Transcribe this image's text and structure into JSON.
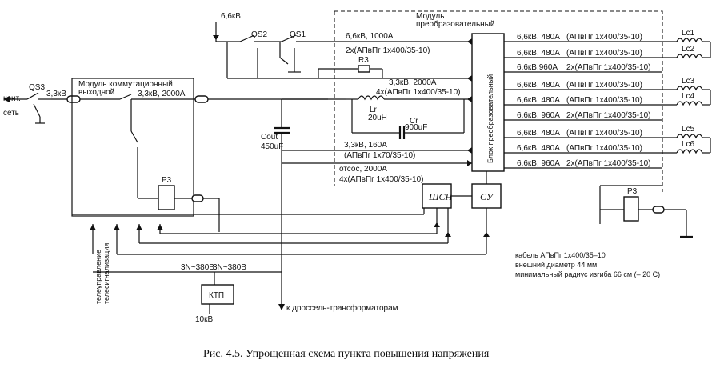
{
  "top": {
    "supply_6kv": "6,6кВ",
    "qs2": "QS2",
    "qs1": "QS1",
    "r3_top": "R3",
    "module_conv_title_1": "Модуль",
    "module_conv_title_2": "преобразовательный",
    "in_6kv_rating": "6,6кВ, 1000А",
    "in_6kv_cable": "2х(АПвПг 1х400/35-10)"
  },
  "left": {
    "qs3": "QS3",
    "qs3_voltage": "3,3кВ",
    "cont_label_1": "конт.",
    "cont_label_2": "сеть",
    "module_switch_title_1": "Модуль коммутационный",
    "module_switch_title_2": "выходной",
    "bus_rating": "3,3кВ, 2000А",
    "p3_left": "Р3",
    "cout_1": "Cout",
    "cout_2": "450uF",
    "telecontrol": "телеуправление",
    "telesignal": "телесигнализация",
    "supply_a": "3N~380В",
    "supply_b": "3N~380В",
    "ktp": "КТП",
    "ktp_voltage": "10кВ",
    "to_chokes": "к дроссель-трансформаторам"
  },
  "middle": {
    "main_rating": "3,3кВ, 2000А",
    "main_cable": "4х(АПвПг 1х400/35-10)",
    "lr_1": "Lr",
    "lr_2": "20uH",
    "cr_1": "Cr",
    "cr_2": "900uF",
    "aux_rating": "3,3кВ, 160А",
    "aux_cable": "(АПвПг 1х70/35-10)",
    "return_rating": "отсос, 2000А",
    "return_cable": "4х(АПвПг 1х400/35-10)",
    "shsn": "ШСН",
    "su": "СУ",
    "converter_block": "Блок преобразовательный"
  },
  "outputs": [
    {
      "rating": "6,6кВ, 480А",
      "cable": "(АПвПг 1х400/35-10)"
    },
    {
      "rating": "6,6кВ, 480А",
      "cable": "(АПвПг 1х400/35-10)"
    },
    {
      "rating": "6,6кВ,960А",
      "cable": "2х(АПвПг 1х400/35-10)"
    },
    {
      "rating": "6,6кВ, 480А",
      "cable": "(АПвПг 1х400/35-10)"
    },
    {
      "rating": "6,6кВ, 480А",
      "cable": "(АПвПг 1х400/35-10)"
    },
    {
      "rating": "6,6кВ, 960А",
      "cable": "2х(АПвПг 1х400/35-10)"
    },
    {
      "rating": "6,6кВ, 480А",
      "cable": "(АПвПг 1х400/35-10)"
    },
    {
      "rating": "6,6кВ, 480А",
      "cable": "(АПвПг 1х400/35-10)"
    },
    {
      "rating": "6,6кВ, 960А",
      "cable": "2х(АПвПг 1х400/35-10)"
    }
  ],
  "coils": [
    "Lc1",
    "Lc2",
    "Lc3",
    "Lc4",
    "Lc5",
    "Lc6"
  ],
  "right": {
    "p3_right": "Р3"
  },
  "cable_note": {
    "line1": "кабель АПвПг 1х400/35–10",
    "line2": "внешний диаметр 44 мм",
    "line3": "минимальный радиус изгиба 66 см (– 20 С)"
  },
  "caption": "Рис. 4.5. Упрощенная схема пункта повышения напряжения"
}
